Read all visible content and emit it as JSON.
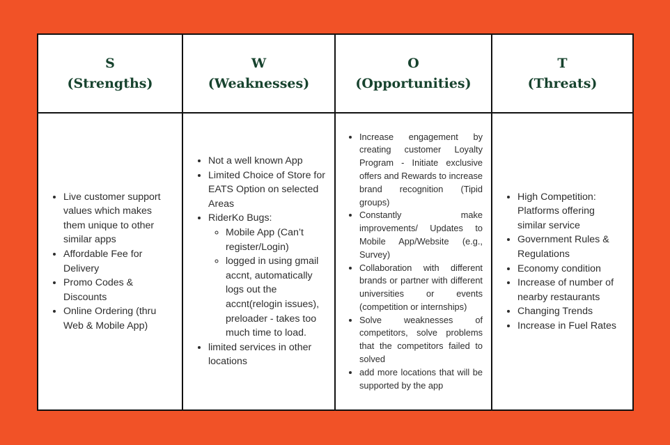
{
  "headers": [
    {
      "letter": "S",
      "label": "(Strengths)"
    },
    {
      "letter": "W",
      "label": "(Weaknesses)"
    },
    {
      "letter": "O",
      "label": "(Opportunities)"
    },
    {
      "letter": "T",
      "label": "(Threats)"
    }
  ],
  "strengths": [
    "Live customer support values which makes them unique to other similar apps",
    "Affordable Fee for Delivery",
    "Promo Codes & Discounts",
    "Online Ordering (thru Web & Mobile App)"
  ],
  "weaknesses": {
    "items": [
      "Not a well known App",
      "Limited Choice of Store for EATS Option on selected Areas",
      "RiderKo Bugs:"
    ],
    "bugs": [
      "Mobile App (Can’t register/Login)",
      " logged in using gmail accnt, automatically logs out the accnt(relogin issues), preloader - takes too much time to load."
    ],
    "last": "limited services in other locations"
  },
  "opportunities": [
    "Increase engagement by creating customer Loyalty Program - Initiate exclusive offers and Rewards to increase brand recognition (Tipid groups)",
    "Constantly make improvements/ Updates to Mobile App/Website (e.g., Survey)",
    "Collaboration with different brands or partner with different universities or events (competition or internships)",
    "Solve weaknesses of competitors, solve problems that the competitors failed to solved",
    "add more locations that will be supported by the app"
  ],
  "threats": [
    "High Competition: Platforms offering similar service",
    "Government Rules & Regulations",
    "Economy condition",
    "Increase of number of nearby restaurants",
    "Changing Trends",
    "Increase in Fuel Rates"
  ],
  "colors": {
    "background": "#f15227",
    "header_text": "#17432e",
    "border": "#111111"
  }
}
